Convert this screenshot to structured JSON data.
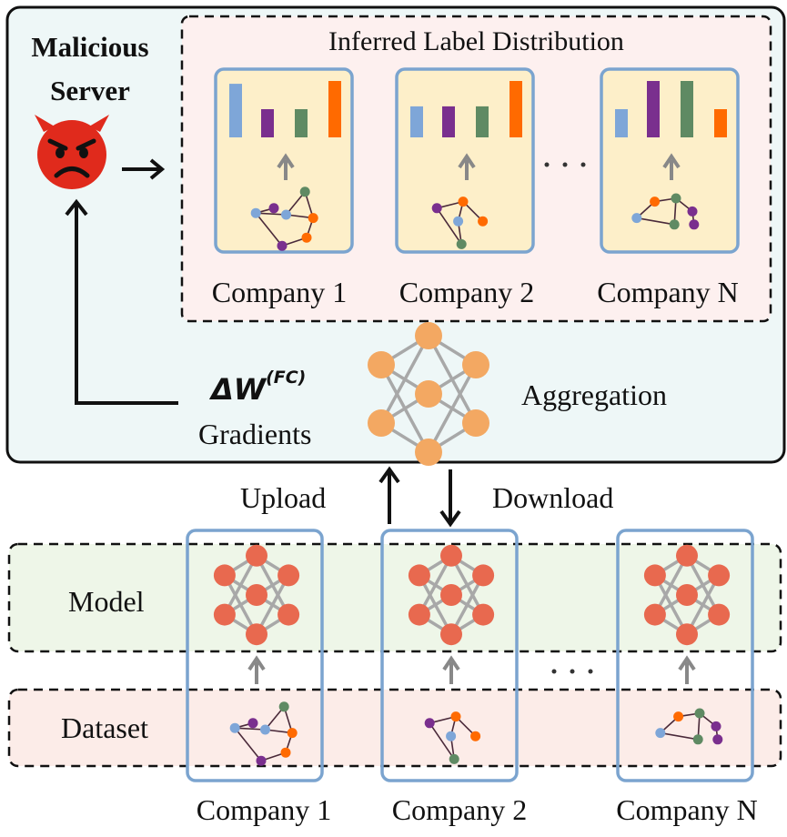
{
  "server": {
    "title_line1": "Malicious",
    "title_line2": "Server",
    "icon": "devil-face-icon",
    "inferred_title": "Inferred Label Distribution",
    "gradient_symbol": "ΔW",
    "gradient_superscript": "(FC)",
    "gradient_label": "Gradients",
    "aggregation_label": "Aggregation"
  },
  "flow": {
    "upload": "Upload",
    "download": "Download"
  },
  "rows": {
    "model": "Model",
    "dataset": "Dataset"
  },
  "companies": [
    "Company 1",
    "Company 2",
    "Company N"
  ],
  "ellipsis": "···",
  "colors": {
    "server_bg": "#eef7f7",
    "inferred_bg": "#fdf0ef",
    "card_bg": "#fdefc9",
    "card_border": "#7ba4cf",
    "model_row_bg": "#eef6e8",
    "dataset_row_bg": "#fcece8",
    "node_server": "#f3a862",
    "node_client": "#e8694f",
    "edge": "#a8a8a8",
    "devil": "#e02a1c",
    "blue": "#7ea6d8",
    "purple": "#7a2f8e",
    "green": "#5f8a63",
    "orange": "#ff6a00"
  },
  "label_distributions": [
    [
      0.95,
      0.5,
      0.5,
      1.0
    ],
    [
      0.55,
      0.55,
      0.55,
      1.0
    ],
    [
      0.5,
      1.0,
      1.0,
      0.5
    ]
  ]
}
